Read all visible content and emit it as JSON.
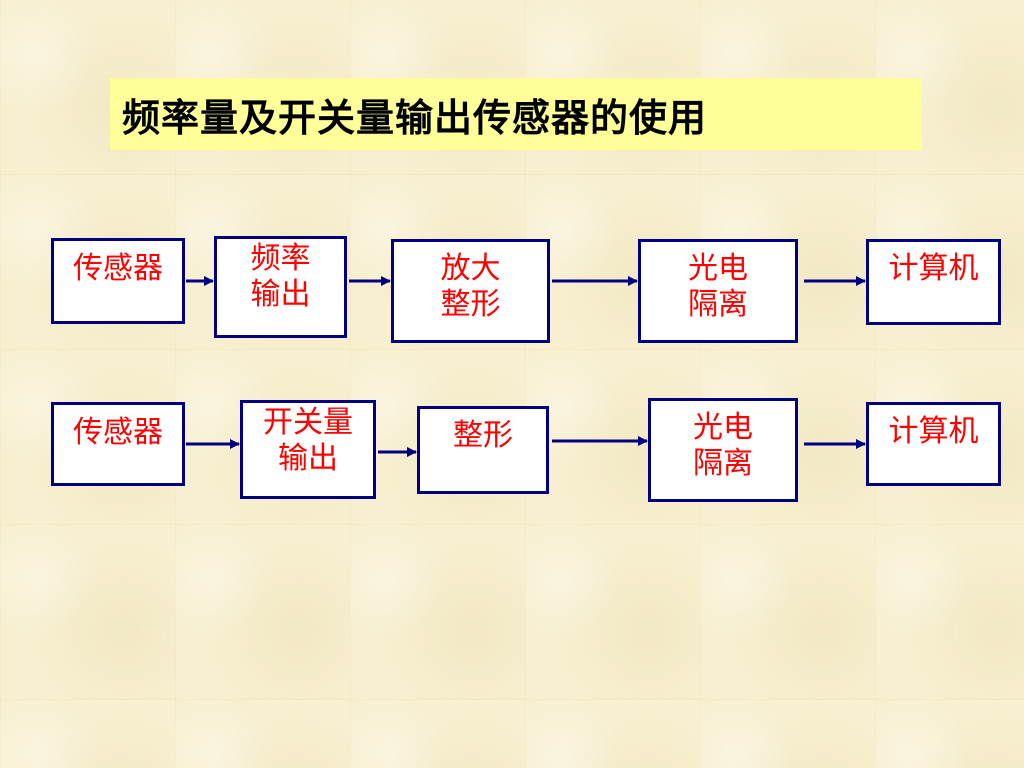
{
  "title": "频率量及开关量输出传感器的使用",
  "row1": {
    "b1": [
      "传感器"
    ],
    "b2": [
      "频率",
      "输出"
    ],
    "b3": [
      "放大",
      "整形"
    ],
    "b4": [
      "光电",
      "隔离"
    ],
    "b5": [
      "计算机"
    ]
  },
  "row2": {
    "b1": [
      "传感器"
    ],
    "b2": [
      "开关量",
      "输出"
    ],
    "b3": [
      "整形"
    ],
    "b4": [
      "光电",
      "隔离"
    ],
    "b5": [
      "计算机"
    ]
  },
  "colors": {
    "box_border": "#000080",
    "box_text": "#ff0000",
    "arrow": "#000080",
    "title_bg": "#ffff99"
  }
}
